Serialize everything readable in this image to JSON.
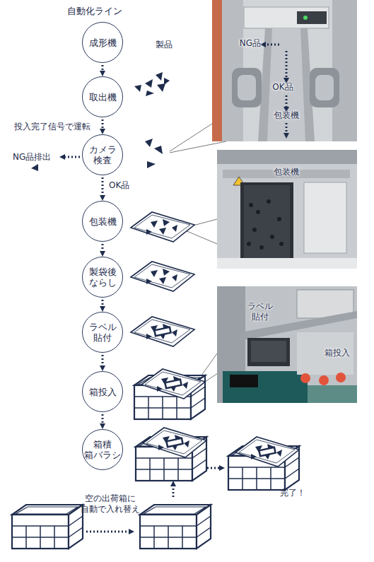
{
  "diagram": {
    "title": "自動化ライン",
    "nodes": [
      {
        "text": [
          "成形機"
        ]
      },
      {
        "text": [
          "取出機"
        ]
      },
      {
        "text": [
          "カメラ 検査"
        ]
      },
      {
        "text": [
          "包装機"
        ]
      },
      {
        "text": [
          "製袋後 ならし"
        ]
      },
      {
        "text": [
          "ラベル 貼付"
        ]
      },
      {
        "text": [
          "箱投入"
        ]
      },
      {
        "text": [
          "箱積 箱バラシ"
        ]
      }
    ],
    "edges": [
      {
        "from": 0,
        "to": 1,
        "arrow": "to"
      },
      {
        "from": 1,
        "to": 2,
        "label": "投入完了信号で運転",
        "arrow": "to"
      },
      {
        "from": 2,
        "to": 3,
        "label": "OK品",
        "arrow": "to"
      },
      {
        "from": 3,
        "to": 4,
        "arrow": "to"
      },
      {
        "from": 4,
        "to": 5,
        "arrow": "to"
      },
      {
        "from": 5,
        "to": 6,
        "arrow": "to"
      },
      {
        "from": 6,
        "to": 7,
        "arrow": "to"
      }
    ],
    "labels": [
      "製品",
      "NG品排出",
      "NG品",
      "OK品",
      "包装機",
      "包装機",
      "ラベル 貼付",
      "箱投入",
      "空の出荷箱に 自動で入れ替え",
      "完了！"
    ]
  }
}
